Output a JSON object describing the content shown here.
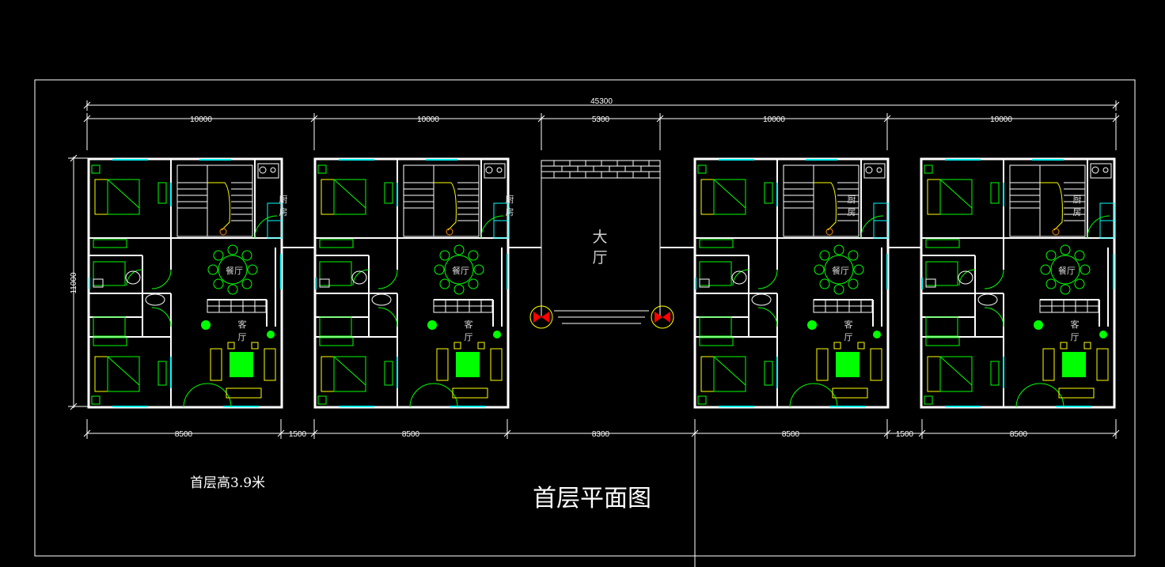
{
  "drawing": {
    "title": "首层平面图",
    "floor_height_note": "首层高3.9米",
    "hall_label": "大厅",
    "hall_label_top": "大",
    "hall_label_bottom": "厅"
  },
  "dimensions": {
    "overall": "45300",
    "top_segments": [
      "10000",
      "10000",
      "5300",
      "10000",
      "10000"
    ],
    "bottom_segments": [
      "8500",
      "1500",
      "8500",
      "8300",
      "8500",
      "1500",
      "8500"
    ],
    "height": "11000"
  },
  "room_labels": {
    "kitchen_top": "厨",
    "kitchen_bottom": "房",
    "dining": "餐厅",
    "living_top": "客",
    "living_bottom": "厅"
  },
  "colors": {
    "background": "#000000",
    "wall": "#ffffff",
    "furniture": "#00ff00",
    "fixture": "#ffff00",
    "window": "#00ffff",
    "door_arc": "#00ff00",
    "plant": "#ff0000"
  }
}
